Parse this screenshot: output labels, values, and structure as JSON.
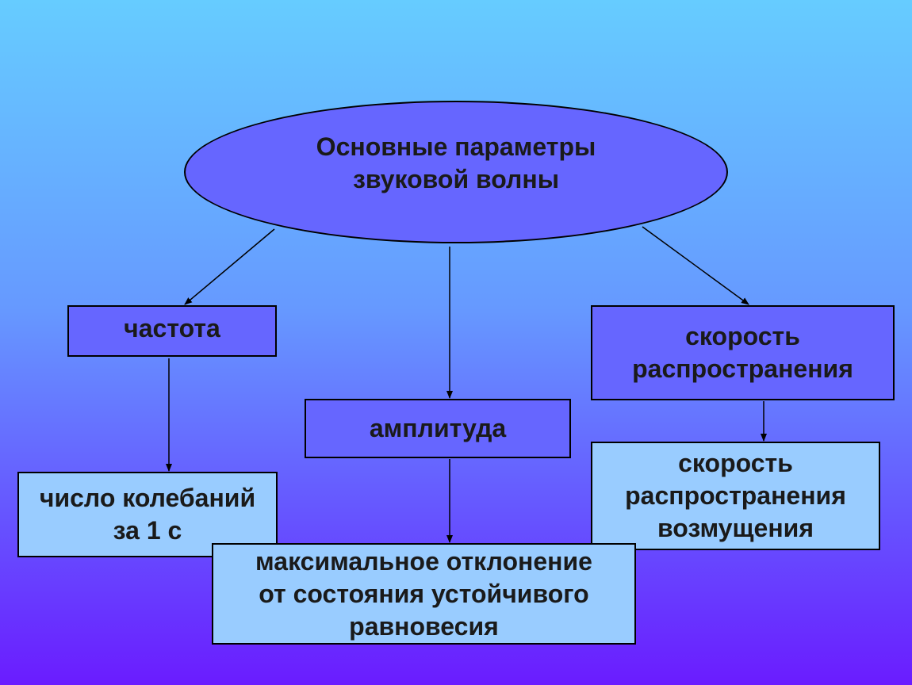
{
  "diagram": {
    "root": {
      "label": "Основные параметры\nзвуковой  волны"
    },
    "branches": [
      {
        "id": "frequency",
        "label": "частота",
        "description": "число колебаний\nза 1 с"
      },
      {
        "id": "amplitude",
        "label": "амплитуда",
        "description": "максимальное отклонение\nот состояния устойчивого\nравновесия"
      },
      {
        "id": "speed",
        "label": "скорость\nраспространения",
        "description": "скорость\nраспространения\nвозмущения"
      }
    ],
    "colors": {
      "ellipse_fill": "#6666ff",
      "primary_box_fill": "#6666ff",
      "detail_box_fill": "#99ccff",
      "stroke": "#000000"
    }
  }
}
